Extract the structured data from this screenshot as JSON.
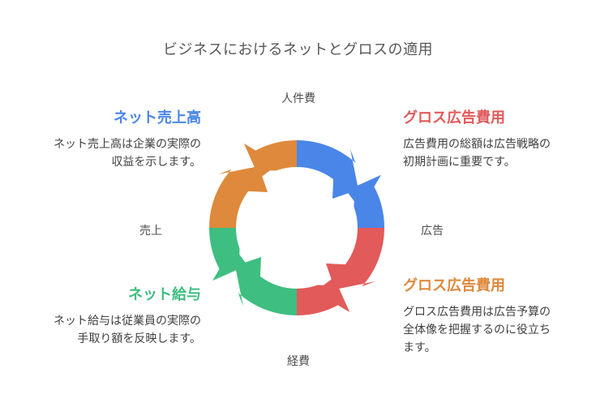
{
  "title": "ビジネスにおけるネットとグロスの適用",
  "colors": {
    "blue": "#4a86e8",
    "red": "#e25a5a",
    "green": "#3ebe80",
    "orange": "#de893b"
  },
  "cycle": {
    "direction": "clockwise",
    "axis_labels": {
      "top": "人件費",
      "right": "広告",
      "bottom": "経費",
      "left": "売上"
    },
    "segments": [
      {
        "position": "top-right",
        "color": "#4a86e8"
      },
      {
        "position": "bottom-right",
        "color": "#e25a5a"
      },
      {
        "position": "bottom-left",
        "color": "#3ebe80"
      },
      {
        "position": "top-left",
        "color": "#de893b"
      }
    ]
  },
  "callouts": {
    "top_left": {
      "heading": "ネット売上高",
      "color": "#4a86e8",
      "body": "ネット売上高は企業の実際の収益を示します。",
      "body_lines": [
        "ネット売上高は企業の実際の",
        "収益を示します。"
      ]
    },
    "top_right": {
      "heading": "グロス広告費用",
      "color": "#e25a5a",
      "body": "広告費用の総額は広告戦略の初期計画に重要です。",
      "body_lines": [
        "広告費用の総額は広告戦略の",
        "初期計画に重要です。"
      ]
    },
    "bottom_left": {
      "heading": "ネット給与",
      "color": "#3ebe80",
      "body": "ネット給与は従業員の実際の手取り額を反映します。",
      "body_lines": [
        "ネット給与は従業員の実際の",
        "手取り額を反映します。"
      ]
    },
    "bottom_right": {
      "heading": "グロス広告費用",
      "color": "#de893b",
      "body": "グロス広告費用は広告予算の全体像を把握するのに役立ちます。",
      "body_lines": [
        "グロス広告費用は広告予算の",
        "全体像を把握するのに役立ち",
        "ます。"
      ]
    }
  }
}
